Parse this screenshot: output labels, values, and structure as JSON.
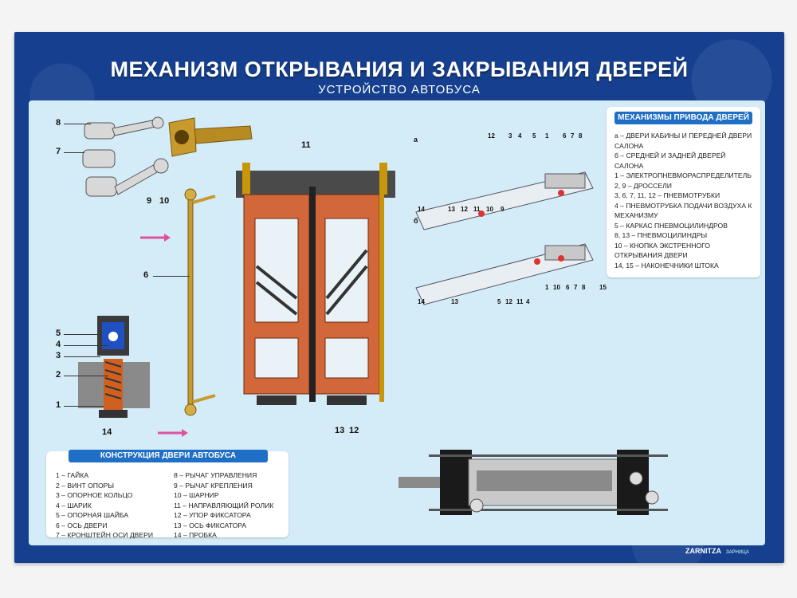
{
  "title": "МЕХАНИЗМ ОТКРЫВАНИЯ И ЗАКРЫВАНИЯ ДВЕРЕЙ",
  "subtitle": "УСТРОЙСТВО АВТОБУСА",
  "drive": {
    "heading": "МЕХАНИЗМЫ ПРИВОДА ДВЕРЕЙ",
    "items": [
      "а – ДВЕРИ КАБИНЫ И ПЕРЕДНЕЙ ДВЕРИ САЛОНА",
      "б – СРЕДНЕЙ И ЗАДНЕЙ ДВЕРЕЙ САЛОНА",
      "1 – ЭЛЕКТРОПНЕВМОРАСПРЕДЕЛИТЕЛЬ",
      "2, 9 – ДРОССЕЛИ",
      "3, 6, 7, 11, 12 – ПНЕВМОТРУБКИ",
      "4 – ПНЕВМОТРУБКА ПОДАЧИ ВОЗДУХА К МЕХАНИЗМУ",
      "5 – КАРКАС ПНЕВМОЦИЛИНДРОВ",
      "8, 13 – ПНЕВМОЦИЛИНДРЫ",
      "10 – КНОПКА ЭКСТРЕННОГО ОТКРЫВАНИЯ ДВЕРИ",
      "14, 15 – НАКОНЕЧНИКИ ШТОКА"
    ]
  },
  "construction": {
    "heading": "КОНСТРУКЦИЯ ДВЕРИ АВТОБУСА",
    "col1": [
      "1 – ГАЙКА",
      "2 – ВИНТ ОПОРЫ",
      "3 – ОПОРНОЕ КОЛЬЦО",
      "4 – ШАРИК",
      "5 – ОПОРНАЯ ШАЙБА",
      "6 – ОСЬ ДВЕРИ",
      "7 – КРОНШТЕЙН ОСИ ДВЕРИ"
    ],
    "col2": [
      "8 – РЫЧАГ УПРАВЛЕНИЯ",
      "9 – РЫЧАГ КРЕПЛЕНИЯ",
      "10 – ШАРНИР",
      "11 – НАПРАВЛЯЮЩИЙ РОЛИК",
      "12 – УПОР ФИКСАТОРА",
      "13 – ОСЬ ФИКСАТОРА",
      "14 – ПРОБКА"
    ]
  },
  "labels": {
    "l8": "8",
    "l7": "7",
    "l9": "9",
    "l10": "10",
    "l6": "6",
    "l11": "11",
    "l5": "5",
    "l4": "4",
    "l3": "3",
    "l2": "2",
    "l1": "1",
    "l14": "14",
    "l13b": "13",
    "l12b": "12",
    "a": "а",
    "b": "б",
    "top_nums": [
      "12",
      "3",
      "4",
      "5",
      "1",
      "6",
      "7",
      "8"
    ],
    "top_bottom_nums": [
      "14",
      "13",
      "12",
      "11",
      "10",
      "9"
    ],
    "bot_right_nums": [
      "1",
      "10",
      "6",
      "7",
      "8",
      "15"
    ],
    "bot_bottom_nums": [
      "14",
      "13",
      "5",
      "12",
      "11",
      "4"
    ]
  },
  "brand": "ZARNITZA",
  "brand_small": "ЗАРНИЦА"
}
